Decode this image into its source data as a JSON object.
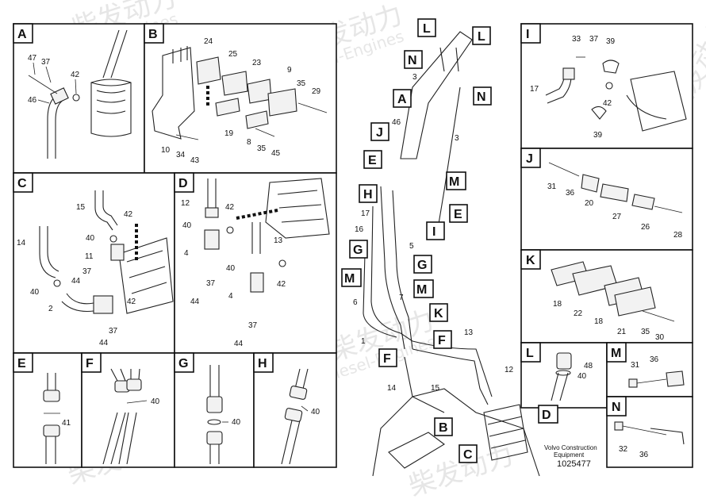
{
  "watermark": {
    "cn": "柴发动力",
    "en": "Diesel-Engines"
  },
  "caption": {
    "maker": "Volvo Construction",
    "division": "Equipment",
    "doc_number": "1025477"
  },
  "panels": {
    "A": {
      "tag": "A",
      "labels": [
        "47",
        "37",
        "42",
        "46"
      ]
    },
    "B": {
      "tag": "B",
      "labels": [
        "24",
        "25",
        "23",
        "9",
        "35",
        "29",
        "19",
        "8",
        "35",
        "45",
        "10",
        "34",
        "43"
      ]
    },
    "C": {
      "tag": "C",
      "labels": [
        "15",
        "42",
        "14",
        "40",
        "11",
        "37",
        "44",
        "40",
        "2",
        "42",
        "37",
        "44"
      ]
    },
    "D": {
      "tag": "D",
      "labels": [
        "12",
        "42",
        "40",
        "4",
        "37",
        "44",
        "13",
        "40",
        "42",
        "4",
        "37",
        "44"
      ]
    },
    "E": {
      "tag": "E",
      "labels": [
        "41"
      ]
    },
    "F": {
      "tag": "F",
      "labels": [
        "40"
      ]
    },
    "G": {
      "tag": "G",
      "labels": [
        "40"
      ]
    },
    "H": {
      "tag": "H",
      "labels": [
        "40"
      ]
    },
    "I": {
      "tag": "I",
      "labels": [
        "33",
        "37",
        "39",
        "17",
        "42",
        "39"
      ]
    },
    "J": {
      "tag": "J",
      "labels": [
        "31",
        "36",
        "20",
        "27",
        "26",
        "28"
      ]
    },
    "K": {
      "tag": "K",
      "labels": [
        "18",
        "22",
        "18",
        "21",
        "35",
        "30"
      ]
    },
    "L": {
      "tag": "L",
      "labels": [
        "48",
        "40"
      ]
    },
    "M": {
      "tag": "M",
      "labels": [
        "31",
        "36"
      ]
    },
    "N": {
      "tag": "N",
      "labels": [
        "32",
        "36"
      ]
    }
  },
  "main": {
    "tags": [
      "L",
      "L",
      "N",
      "N",
      "A",
      "J",
      "E",
      "M",
      "H",
      "E",
      "I",
      "G",
      "G",
      "M",
      "M",
      "K",
      "F",
      "F",
      "D",
      "B",
      "C"
    ],
    "labels": [
      "3",
      "46",
      "3",
      "17",
      "16",
      "5",
      "7",
      "6",
      "1",
      "13",
      "12",
      "14",
      "15"
    ]
  }
}
